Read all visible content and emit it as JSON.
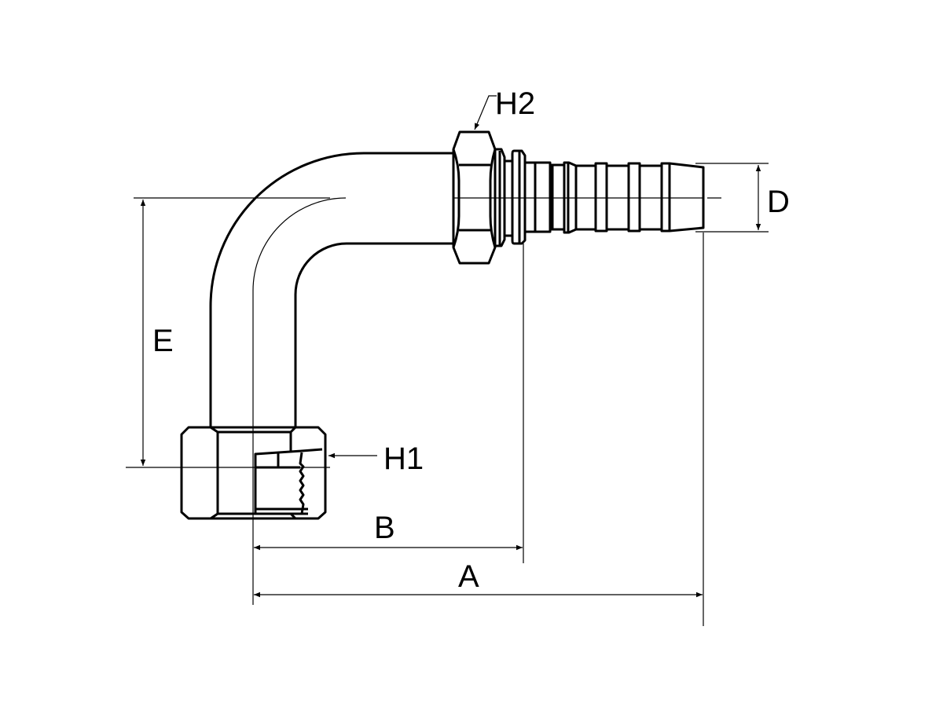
{
  "diagram": {
    "labels": {
      "h2": "H2",
      "h1": "H1",
      "d": "D",
      "e": "E",
      "b": "B",
      "a": "A"
    },
    "colors": {
      "line": "#000000",
      "background": "#ffffff"
    }
  }
}
